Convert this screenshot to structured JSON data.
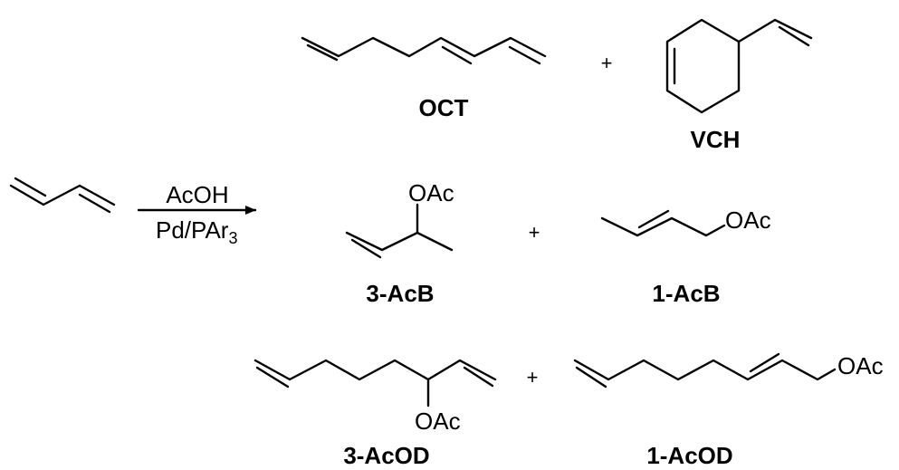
{
  "reagent": {
    "above": "AcOH",
    "below_main": "Pd/PAr",
    "below_sub": "3"
  },
  "plus": "+",
  "groups": {
    "oac": "OAc"
  },
  "compounds": {
    "oct": {
      "label": "OCT"
    },
    "vch": {
      "label": "VCH"
    },
    "acb3": {
      "label": "3-AcB"
    },
    "acb1": {
      "label": "1-AcB"
    },
    "acod3": {
      "label": "3-AcOD"
    },
    "acod1": {
      "label": "1-AcOD"
    }
  }
}
